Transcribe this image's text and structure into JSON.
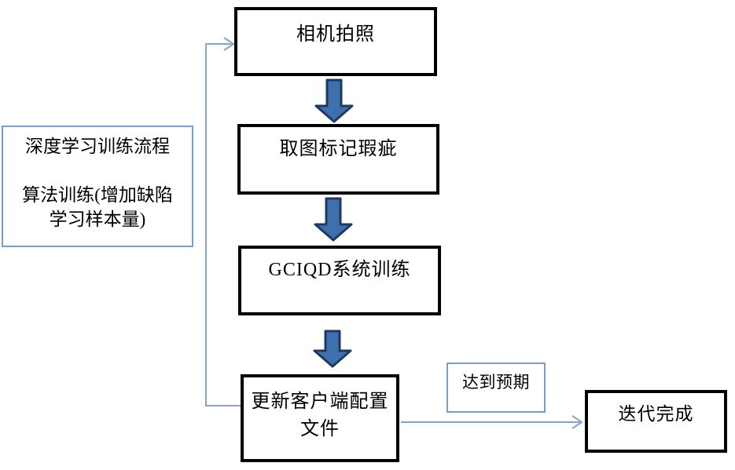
{
  "flowchart": {
    "side_note": {
      "line1": "深度学习训练流程",
      "line2": "算法训练(增加缺陷",
      "line3": "学习样本量)"
    },
    "nodes": {
      "camera": {
        "label": "相机拍照"
      },
      "mark_defects": {
        "label": "取图标记瑕疵"
      },
      "system_training": {
        "label": "GCIQD系统训练"
      },
      "update_config": {
        "label_line1": "更新客户端配置",
        "label_line2": "文件"
      },
      "iteration_done": {
        "label": "迭代完成"
      }
    },
    "edge_label": "达到预期",
    "colors": {
      "thick_box_border": "#000000",
      "thin_box_border": "#7e9cc0",
      "connector_line": "#8aa2c4",
      "block_arrow_fill": "#3e6fae",
      "block_arrow_stroke": "#20395f",
      "text": "#000000"
    }
  }
}
